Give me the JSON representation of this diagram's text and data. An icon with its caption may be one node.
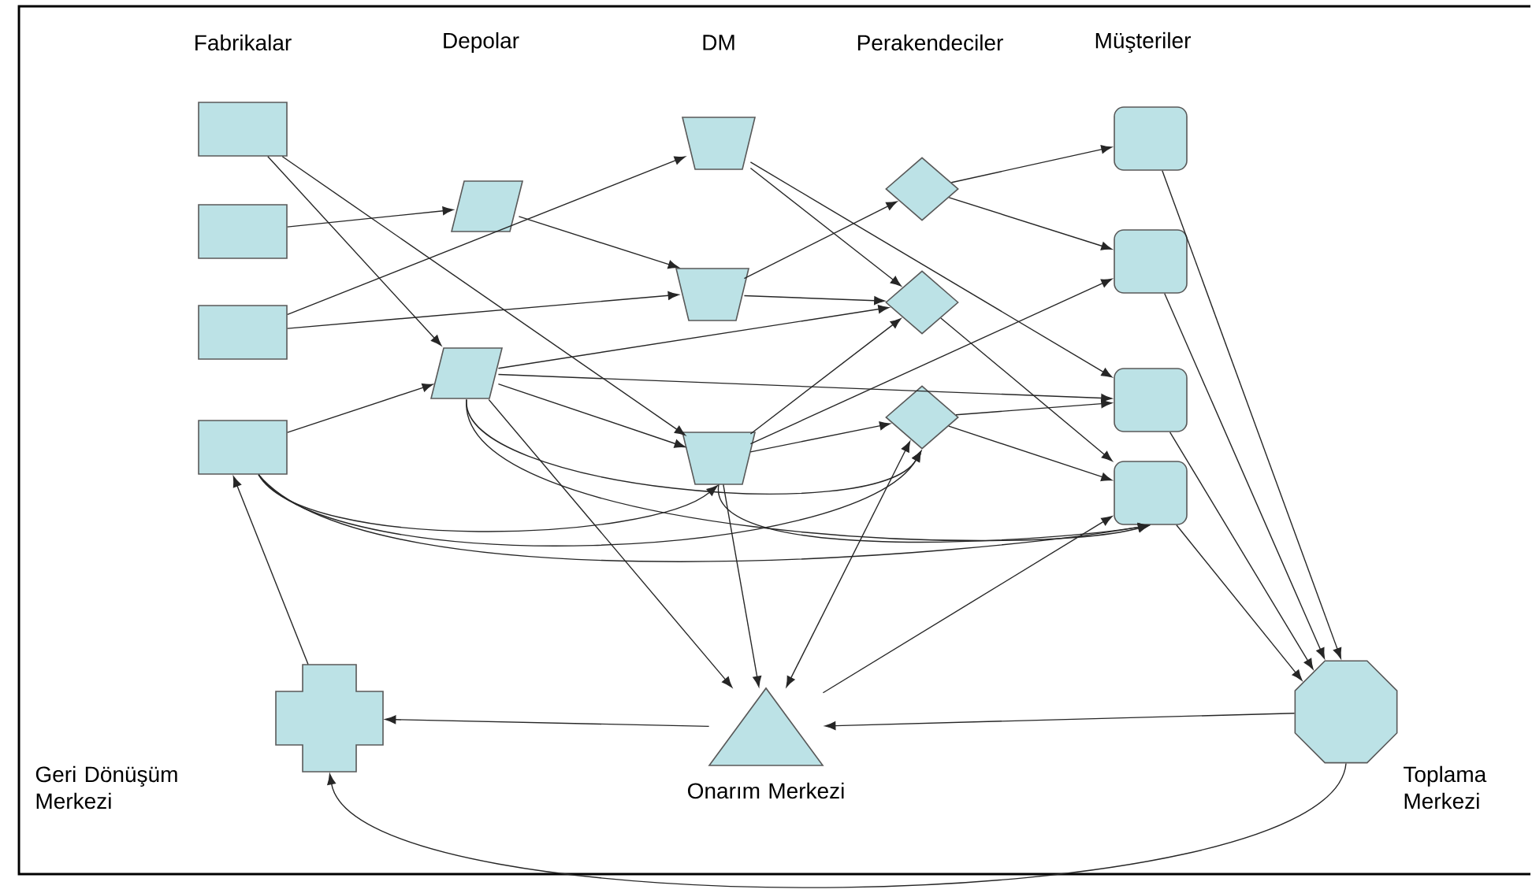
{
  "diagram": {
    "nodes": [
      {
        "text": [],
        "shape": "box"
      },
      {
        "text": [],
        "shape": "box"
      },
      {
        "text": [],
        "shape": "box"
      },
      {
        "text": [],
        "shape": "box"
      },
      {
        "text": [],
        "shape": "parallelogram"
      },
      {
        "text": [],
        "shape": "parallelogram"
      },
      {
        "text": [],
        "shape": "trapezoid"
      },
      {
        "text": [],
        "shape": "trapezoid"
      },
      {
        "text": [],
        "shape": "trapezoid"
      },
      {
        "text": [],
        "shape": "diamond"
      },
      {
        "text": [],
        "shape": "diamond"
      },
      {
        "text": [],
        "shape": "diamond"
      },
      {
        "text": [],
        "shape": "box"
      },
      {
        "text": [],
        "shape": "box"
      },
      {
        "text": [],
        "shape": "box"
      },
      {
        "text": [],
        "shape": "box"
      },
      {
        "text": [
          "Geri Dönüşüm Merkezi"
        ]
      },
      {
        "text": [
          "Onarım Merkezi"
        ]
      },
      {
        "text": [
          "Toplama Merkezi"
        ]
      }
    ],
    "edges": [
      {
        "from": 0,
        "to": 5,
        "arrow": "to"
      },
      {
        "from": 0,
        "to": 8,
        "arrow": "to"
      },
      {
        "from": 1,
        "to": 4,
        "arrow": "to"
      },
      {
        "from": 2,
        "to": 6,
        "arrow": "to"
      },
      {
        "from": 2,
        "to": 7,
        "arrow": "to"
      },
      {
        "from": 3,
        "to": 5,
        "arrow": "to"
      },
      {
        "from": 3,
        "to": 8,
        "arrow": "to"
      },
      {
        "from": 3,
        "to": 11,
        "arrow": "to"
      },
      {
        "from": 3,
        "to": 15,
        "arrow": "to"
      },
      {
        "from": 4,
        "to": 7,
        "arrow": "to"
      },
      {
        "from": 5,
        "to": 10,
        "arrow": "to"
      },
      {
        "from": 5,
        "to": 14,
        "arrow": "to"
      },
      {
        "from": 5,
        "to": 8,
        "arrow": "to"
      },
      {
        "from": 5,
        "to": 17,
        "arrow": "to"
      },
      {
        "from": 5,
        "to": 11,
        "arrow": "to"
      },
      {
        "from": 5,
        "to": 15,
        "arrow": "to"
      },
      {
        "from": 6,
        "to": 10,
        "arrow": "to"
      },
      {
        "from": 6,
        "to": 14,
        "arrow": "to"
      },
      {
        "from": 7,
        "to": 9,
        "arrow": "to"
      },
      {
        "from": 7,
        "to": 10,
        "arrow": "to"
      },
      {
        "from": 8,
        "to": 10,
        "arrow": "to"
      },
      {
        "from": 8,
        "to": 13,
        "arrow": "to"
      },
      {
        "from": 8,
        "to": 11,
        "arrow": "to"
      },
      {
        "from": 8,
        "to": 17,
        "arrow": "to"
      },
      {
        "from": 8,
        "to": 15,
        "arrow": "to"
      },
      {
        "from": 9,
        "to": 12,
        "arrow": "to"
      },
      {
        "from": 9,
        "to": 13,
        "arrow": "to"
      },
      {
        "from": 10,
        "to": 15,
        "arrow": "to"
      },
      {
        "from": 11,
        "to": 14,
        "arrow": "to"
      },
      {
        "from": 11,
        "to": 15,
        "arrow": "to"
      },
      {
        "from": 12,
        "to": 18,
        "arrow": "to"
      },
      {
        "from": 13,
        "to": 18,
        "arrow": "to"
      },
      {
        "from": 14,
        "to": 18,
        "arrow": "to"
      },
      {
        "from": 15,
        "to": 18,
        "arrow": "to"
      },
      {
        "from": 17,
        "to": 15,
        "arrow": "to"
      },
      {
        "from": 17,
        "to": 11,
        "arrow": "both"
      },
      {
        "from": 18,
        "to": 17,
        "arrow": "to"
      },
      {
        "from": 17,
        "to": 16,
        "arrow": "to"
      },
      {
        "from": 18,
        "to": 16,
        "arrow": "to"
      },
      {
        "from": 16,
        "to": 3,
        "arrow": "to"
      }
    ],
    "labels": [
      "Fabrikalar",
      "Depolar",
      "DM",
      "Perakendeciler",
      "Müşteriler"
    ]
  }
}
